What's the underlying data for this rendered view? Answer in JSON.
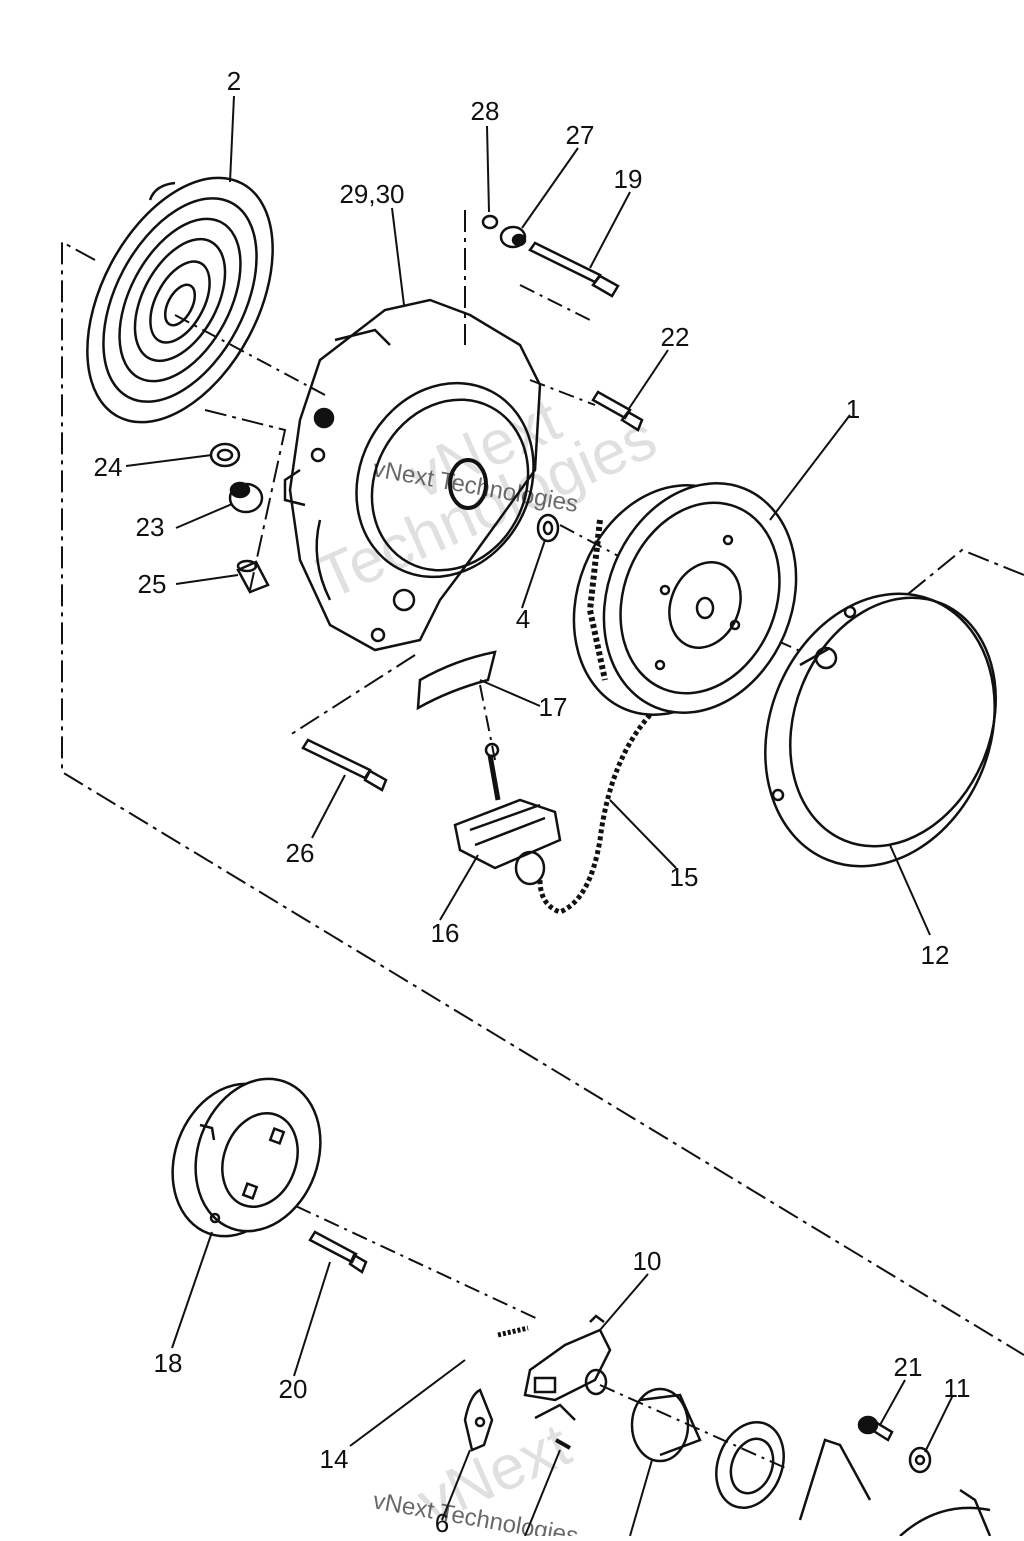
{
  "diagram": {
    "part_labels": [
      {
        "id": "p2",
        "text": "2"
      },
      {
        "id": "p28",
        "text": "28"
      },
      {
        "id": "p27",
        "text": "27"
      },
      {
        "id": "p19",
        "text": "19"
      },
      {
        "id": "p2930",
        "text": "29,30"
      },
      {
        "id": "p22",
        "text": "22"
      },
      {
        "id": "p1",
        "text": "1"
      },
      {
        "id": "p24",
        "text": "24"
      },
      {
        "id": "p23",
        "text": "23"
      },
      {
        "id": "p25",
        "text": "25"
      },
      {
        "id": "p4",
        "text": "4"
      },
      {
        "id": "p17",
        "text": "17"
      },
      {
        "id": "p26",
        "text": "26"
      },
      {
        "id": "p15",
        "text": "15"
      },
      {
        "id": "p16",
        "text": "16"
      },
      {
        "id": "p12",
        "text": "12"
      },
      {
        "id": "p10",
        "text": "10"
      },
      {
        "id": "p18",
        "text": "18"
      },
      {
        "id": "p20",
        "text": "20"
      },
      {
        "id": "p14",
        "text": "14"
      },
      {
        "id": "p21",
        "text": "21"
      },
      {
        "id": "p11",
        "text": "11"
      },
      {
        "id": "p6",
        "text": "6"
      }
    ],
    "watermark": {
      "brand": "vNext",
      "word": "Technologies",
      "full": "vNext Technologies",
      "color": "#bdbdbd"
    },
    "line_color": "#111111"
  }
}
